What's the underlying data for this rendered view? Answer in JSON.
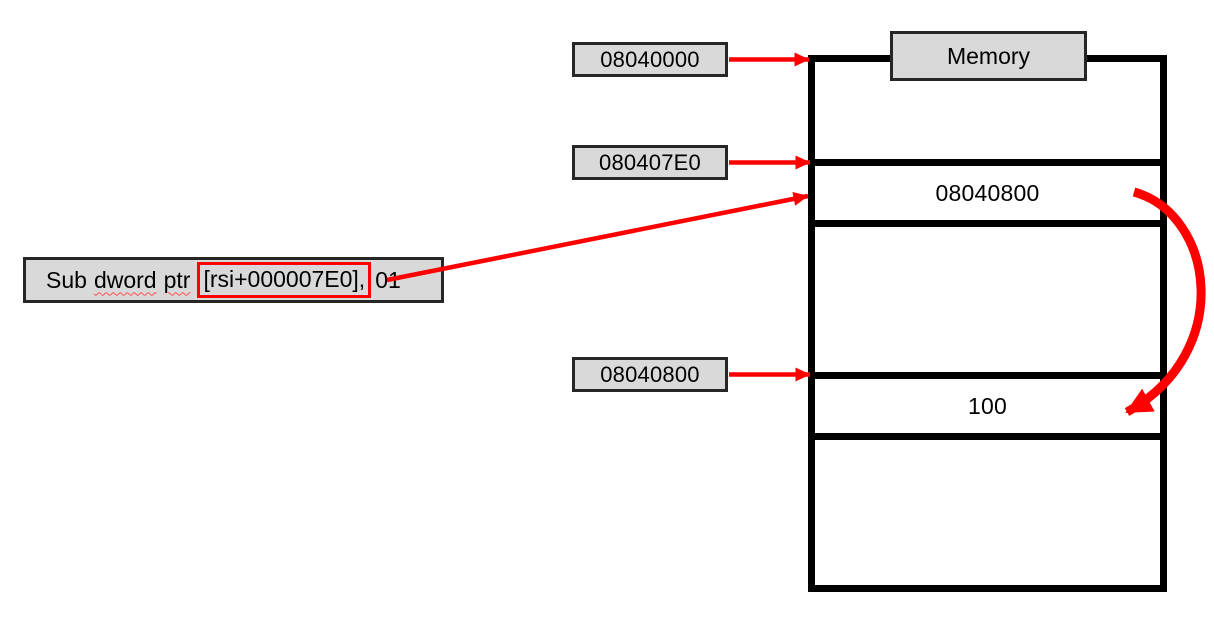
{
  "instruction": {
    "word_1": "Sub",
    "word_2": "dword",
    "word_3": "ptr",
    "highlighted": "[rsi+000007E0],",
    "operand": "01"
  },
  "address_labels": [
    "08040000",
    "080407E0",
    "08040800"
  ],
  "memory": {
    "title": "Memory",
    "cells": [
      "",
      "08040800",
      "",
      "100",
      ""
    ]
  },
  "colors": {
    "arrow_red": "#fe0000",
    "highlight_red": "#fe0000",
    "box_fill": "#d9d9d9",
    "box_border": "#262626",
    "memory_border": "#000000"
  }
}
